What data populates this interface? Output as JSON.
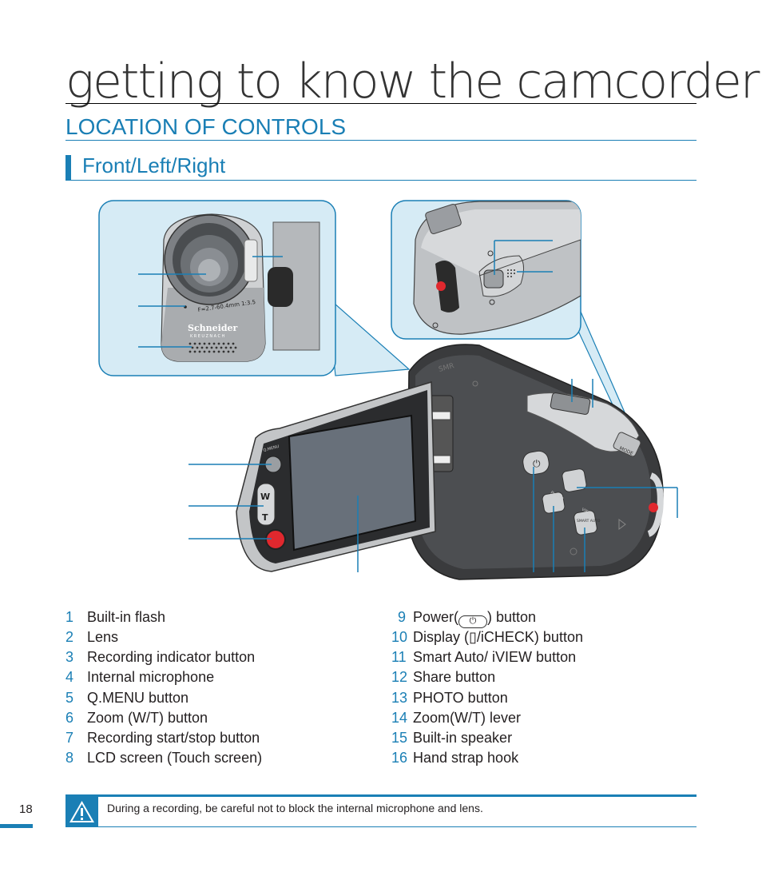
{
  "header": {
    "chapter_title": "getting to know the camcorder",
    "section_title": "LOCATION OF CONTROLS",
    "subsection_title": "Front/Left/Right"
  },
  "illustration": {
    "lens_text": "F=2.7-60.4mm 1:3.5",
    "brand_text": "Schneider",
    "brand_sub": "KREUZNACH",
    "mode_text": "MODE",
    "menu_text": "Q.MENU",
    "photo_text": "PHOTO",
    "view_text": "VIEW",
    "smart_text": "SMART AUTO",
    "model_text": "SMR"
  },
  "legend": {
    "left": [
      {
        "num": "1",
        "label": "Built-in flash"
      },
      {
        "num": "2",
        "label": "Lens"
      },
      {
        "num": "3",
        "label": "Recording indicator button"
      },
      {
        "num": "4",
        "label": "Internal microphone"
      },
      {
        "num": "5",
        "label": "Q.MENU button"
      },
      {
        "num": "6",
        "label": "Zoom (W/T) button"
      },
      {
        "num": "7",
        "label": "Recording start/stop button"
      },
      {
        "num": "8",
        "label": "LCD screen (Touch screen)"
      }
    ],
    "right": [
      {
        "num": "9",
        "pre": "Power(",
        "post": ") button"
      },
      {
        "num": "10",
        "label": "Display (▯/iCHECK) button"
      },
      {
        "num": "11",
        "label": "Smart Auto/ iVIEW button"
      },
      {
        "num": "12",
        "label": "Share button"
      },
      {
        "num": "13",
        "label": "PHOTO button"
      },
      {
        "num": "14",
        "label": "Zoom(W/T) lever"
      },
      {
        "num": "15",
        "label": "Built-in speaker"
      },
      {
        "num": "16",
        "label": "Hand strap hook"
      }
    ]
  },
  "footer": {
    "page_number": "18",
    "caution_text": "During a recording, be careful not to block the internal microphone and lens."
  },
  "colors": {
    "accent": "#1a7fb5",
    "callout_bg": "#d6ebf5",
    "record_red": "#e0282e"
  }
}
